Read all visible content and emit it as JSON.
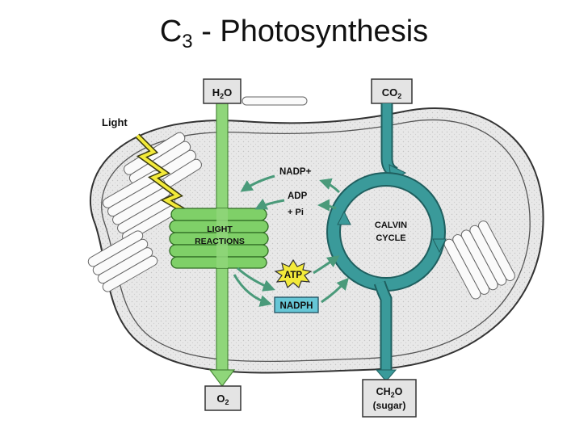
{
  "title": {
    "prefix": "C",
    "subscript": "3",
    "suffix": " - Photosynthesis"
  },
  "diagram": {
    "light_label": "Light",
    "inputs": {
      "water": {
        "main": "H",
        "sub": "2",
        "tail": "O"
      },
      "co2": {
        "main": "CO",
        "sub": "2"
      }
    },
    "outputs": {
      "oxygen": {
        "main": "O",
        "sub": "2"
      },
      "sugar": {
        "main": "CH",
        "sub": "2",
        "tail": "O",
        "note": "(sugar)"
      }
    },
    "light_reactions": {
      "line1": "LIGHT",
      "line2": "REACTIONS"
    },
    "calvin_cycle": {
      "line1": "CALVIN",
      "line2": "CYCLE"
    },
    "molecules": {
      "nadp": "NADP+",
      "adp": "ADP",
      "pi": "+ Pi",
      "atp": "ATP",
      "nadph": "NADPH"
    },
    "colors": {
      "light_arrow": "#8fd67a",
      "cycle": "#3a9a9a",
      "grana": "#7fd068",
      "nadph_box": "#66c6d6",
      "atp_burst": "#f3ea3a",
      "chloroplast": "#eaeaea"
    }
  }
}
